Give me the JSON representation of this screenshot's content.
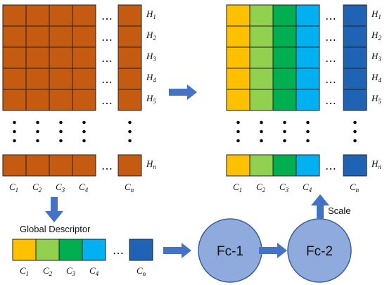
{
  "colors": {
    "brown": "#C55A11",
    "blue_arrow": "#4472C4",
    "circle_fill": "#8FAADC",
    "dark_blue": "#1F64B4",
    "channels": [
      "#FFC000",
      "#92D050",
      "#00B050",
      "#00B0F0"
    ]
  },
  "row_labels": [
    {
      "base": "H",
      "sub": "1"
    },
    {
      "base": "H",
      "sub": "2"
    },
    {
      "base": "H",
      "sub": "3"
    },
    {
      "base": "H",
      "sub": "4"
    },
    {
      "base": "H",
      "sub": "5"
    },
    {
      "base": "H",
      "sub": "n"
    }
  ],
  "column_labels": [
    {
      "base": "C",
      "sub": "1"
    },
    {
      "base": "C",
      "sub": "2"
    },
    {
      "base": "C",
      "sub": "3"
    },
    {
      "base": "C",
      "sub": "4"
    },
    {
      "base": "C",
      "sub": "n"
    }
  ],
  "ellipsis": "…",
  "global_descriptor_label": "Global Descriptor",
  "fc1_label": "Fc-1",
  "fc2_label": "Fc-2",
  "scale_label": "Scale"
}
